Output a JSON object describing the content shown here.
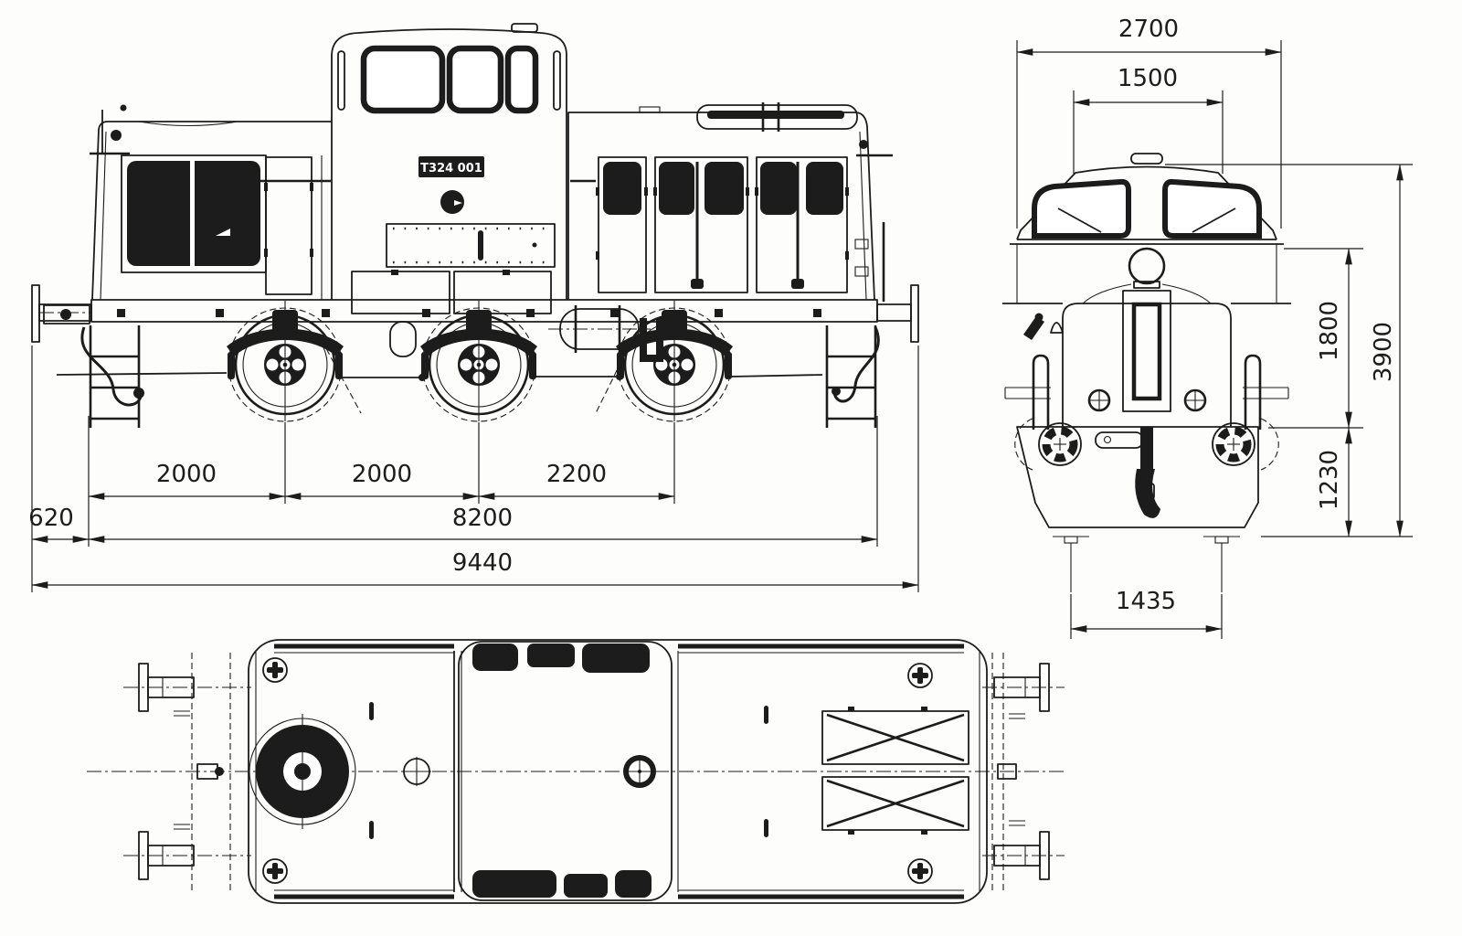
{
  "drawing": {
    "plate_text": "T324 001",
    "ink_color": "#1c1c1c",
    "paper_color": "#fdfdfb"
  },
  "side_view": {
    "dims": {
      "front_overhang_to_axle1": "2000",
      "axle1_to_axle2": "2000",
      "axle2_to_axle3": "2200",
      "buffer_projection": "620",
      "frame_length": "8200",
      "length_over_buffers": "9440"
    }
  },
  "front_view": {
    "dims": {
      "body_width": "2700",
      "cab_opening_width": "1500",
      "body_height_above_frame": "1800",
      "overall_height": "3900",
      "frame_height_above_rail": "1230",
      "track_gauge": "1435"
    }
  }
}
